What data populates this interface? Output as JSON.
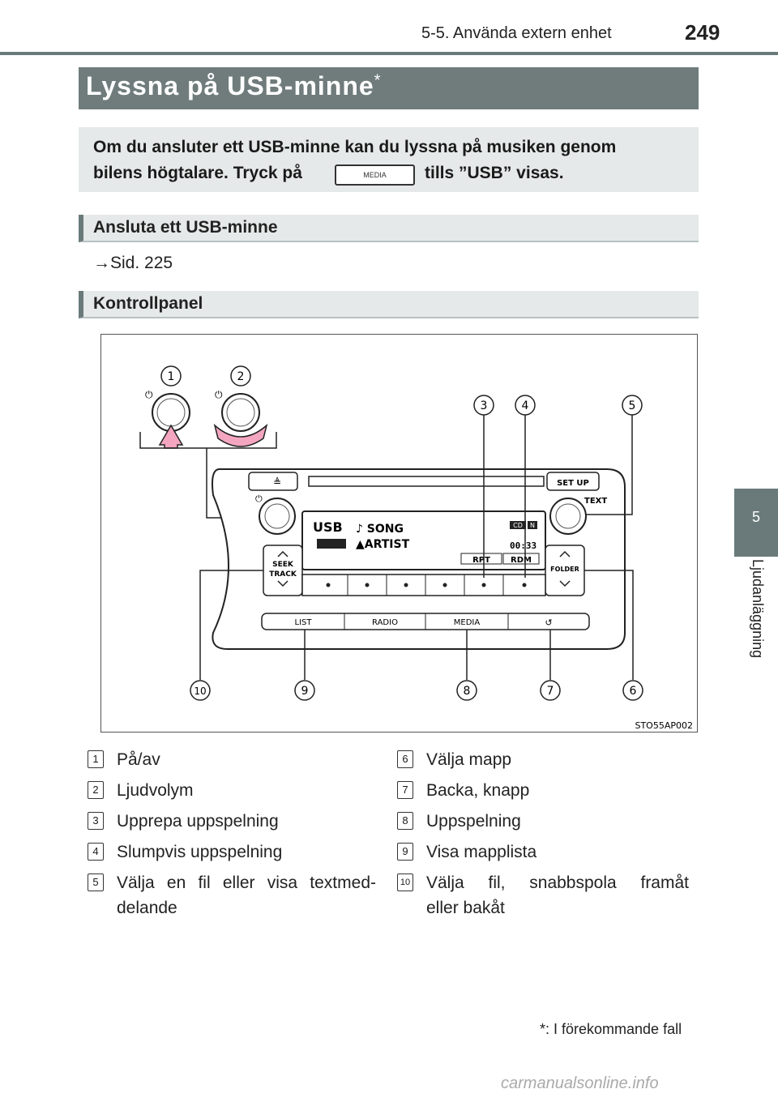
{
  "header": {
    "section": "5-5. Använda extern enhet",
    "page_number": "249"
  },
  "title": {
    "text": "Lyssna på USB-minne",
    "asterisk": "*"
  },
  "intro": {
    "line1": "Om du ansluter ett USB-minne kan du lyssna på musiken genom",
    "line2_before": "bilens högtalare. Tryck på",
    "button_label": "MEDIA",
    "line2_after": "tills ”USB” visas."
  },
  "sections": {
    "connect": {
      "heading": "Ansluta ett USB-minne",
      "ref": "→Sid. 225"
    },
    "panel": {
      "heading": "Kontrollpanel"
    }
  },
  "figure": {
    "code": "STO55AP002",
    "labels": {
      "eject": "≜",
      "setup": "SET UP",
      "text": "TEXT",
      "usb": "USB",
      "song": "♪ SONG",
      "artist": "▲ARTIST",
      "cd": "CD",
      "n": "N",
      "time": "00:33",
      "rpt": "RPT",
      "rdm": "RDM",
      "seek": "SEEK",
      "track": "TRACK",
      "folder": "FOLDER",
      "list": "LIST",
      "radio": "RADIO",
      "media": "MEDIA",
      "back": "↺",
      "power": "⏻"
    },
    "callouts": [
      "1",
      "2",
      "3",
      "4",
      "5",
      "6",
      "7",
      "8",
      "9",
      "10"
    ]
  },
  "legend": {
    "left": [
      {
        "num": "1",
        "text": "På/av"
      },
      {
        "num": "2",
        "text": "Ljudvolym"
      },
      {
        "num": "3",
        "text": "Upprepa uppspelning"
      },
      {
        "num": "4",
        "text": "Slumpvis uppspelning"
      },
      {
        "num": "5",
        "text": "Välja en fil eller visa textmed-",
        "text2": "delande"
      }
    ],
    "right": [
      {
        "num": "6",
        "text": "Välja mapp"
      },
      {
        "num": "7",
        "text": "Backa, knapp"
      },
      {
        "num": "8",
        "text": "Uppspelning"
      },
      {
        "num": "9",
        "text": "Visa mapplista"
      },
      {
        "num": "10",
        "text": "Välja fil, snabbspola framåt",
        "text2": "eller bakåt"
      }
    ]
  },
  "side_tab": {
    "number": "5",
    "label": "Ljudanläggning"
  },
  "footnote": "*: I förekommande fall",
  "watermark": "carmanualsonline.info",
  "colors": {
    "accent_gray": "#707c7c",
    "box_bg": "#e6e9e9",
    "pink_arrow": "#f4a6c0"
  }
}
